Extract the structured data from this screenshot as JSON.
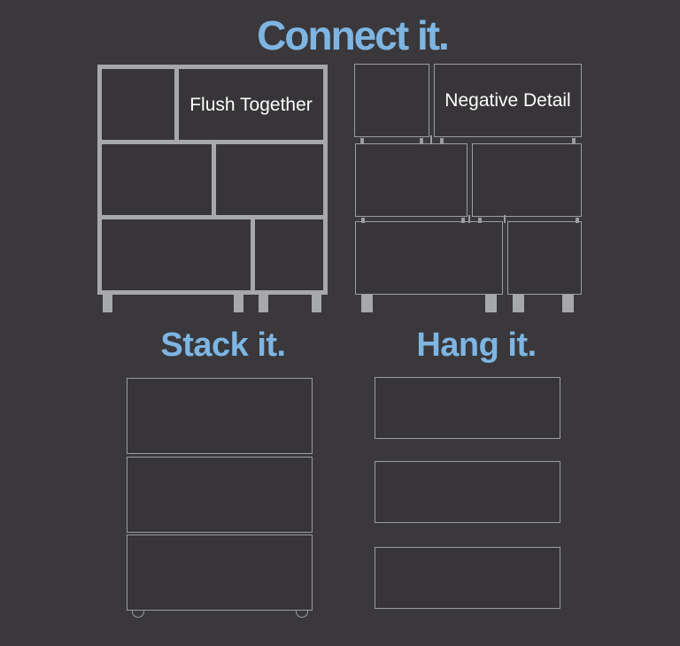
{
  "headings": {
    "connect": "Connect it.",
    "stack": "Stack it.",
    "hang": "Hang it."
  },
  "units": {
    "flush": {
      "label": "Flush Together"
    },
    "negative": {
      "label": "Negative Detail"
    }
  },
  "colors": {
    "background": "#3a383b",
    "heading_blue": "#7eb5e2",
    "frame_gray": "#a6a8ab",
    "outline_gray": "#9b9da0",
    "label_white": "#fdfdfd"
  }
}
